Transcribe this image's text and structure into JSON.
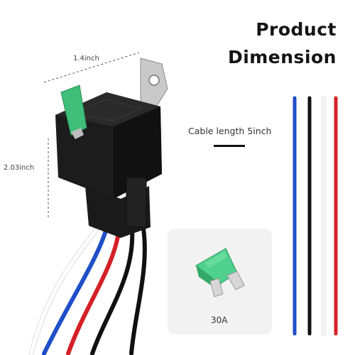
{
  "header": {
    "line1": "Product",
    "line2": "Dimension"
  },
  "dimensions": {
    "width_label": "1.4inch",
    "height_label": "2.03inch"
  },
  "cable": {
    "label": "Cable length 5inch",
    "wire_colors": [
      "#1f4fc8",
      "#111111",
      "#f4f4f4",
      "#d42027"
    ]
  },
  "fuse": {
    "rating": "30A",
    "body_color": "#3fbf7a"
  },
  "colors": {
    "relay_body": "#1c1c1c",
    "accent_bar": "#111111",
    "card_bg": "#f2f2f2"
  }
}
